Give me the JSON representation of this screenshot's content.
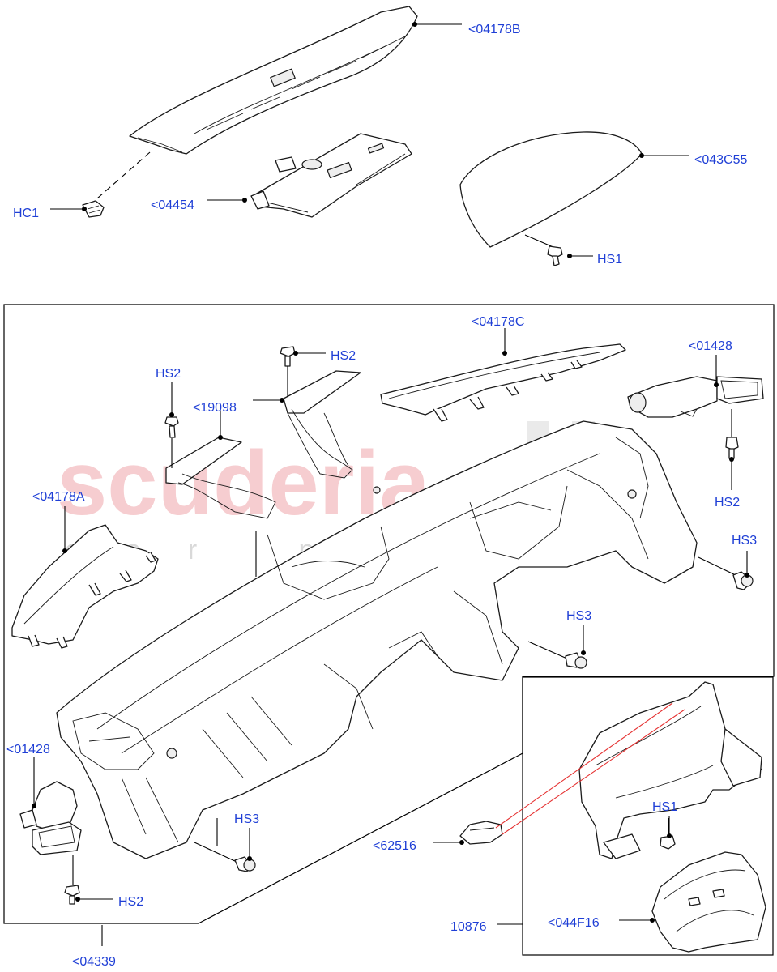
{
  "watermark": {
    "main": "scuderia",
    "sub": "car parts"
  },
  "labels": {
    "l04178B": "<04178B",
    "hc1": "HC1",
    "l04454": "<04454",
    "l043C55": "<043C55",
    "hs1_top": "HS1",
    "l04178C": "<04178C",
    "hs2_a": "HS2",
    "hs2_b": "HS2",
    "l19098": "<19098",
    "l01428_r": "<01428",
    "hs2_c": "HS2",
    "l04178A": "<04178A",
    "hs3_a": "HS3",
    "hs3_b": "HS3",
    "l01428_l": "<01428",
    "hs3_c": "HS3",
    "hs2_d": "HS2",
    "l62516": "<62516",
    "hs1_b": "HS1",
    "l044F16": "<044F16",
    "l10876": "10876",
    "l04339": "<04339"
  }
}
